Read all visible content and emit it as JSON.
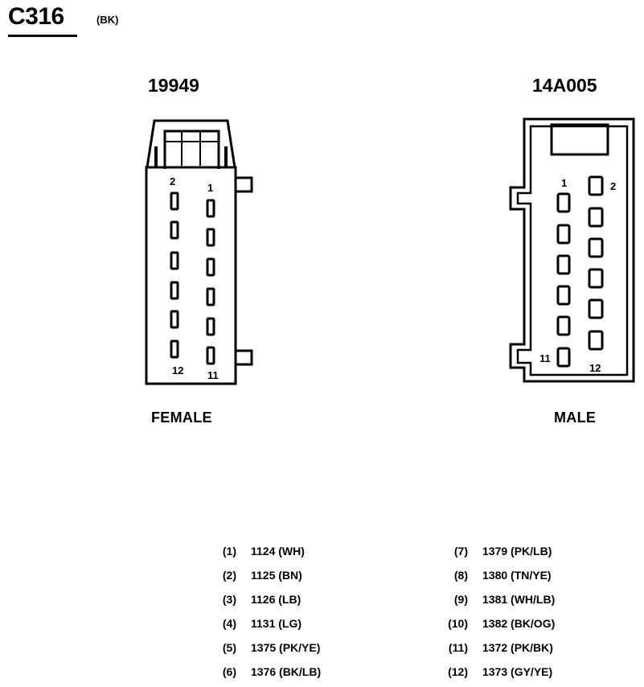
{
  "connector": {
    "id": "C316",
    "color_code": "(BK)"
  },
  "female": {
    "part_number": "19949",
    "label": "FEMALE",
    "pin_labels": {
      "top_left": "2",
      "top_right": "1",
      "bottom_left": "12",
      "bottom_right": "11"
    }
  },
  "male": {
    "part_number": "14A005",
    "label": "MALE",
    "pin_labels": {
      "top_left": "1",
      "top_right": "2",
      "bottom_left": "11",
      "bottom_right": "12"
    }
  },
  "pinout_left": [
    {
      "pin": "(1)",
      "circuit": "1124 (WH)"
    },
    {
      "pin": "(2)",
      "circuit": "1125 (BN)"
    },
    {
      "pin": "(3)",
      "circuit": "1126 (LB)"
    },
    {
      "pin": "(4)",
      "circuit": "1131 (LG)"
    },
    {
      "pin": "(5)",
      "circuit": "1375 (PK/YE)"
    },
    {
      "pin": "(6)",
      "circuit": "1376 (BK/LB)"
    }
  ],
  "pinout_right": [
    {
      "pin": "(7)",
      "circuit": "1379 (PK/LB)"
    },
    {
      "pin": "(8)",
      "circuit": "1380 (TN/YE)"
    },
    {
      "pin": "(9)",
      "circuit": "1381 (WH/LB)"
    },
    {
      "pin": "(10)",
      "circuit": "1382 (BK/OG)"
    },
    {
      "pin": "(11)",
      "circuit": "1372 (PK/BK)"
    },
    {
      "pin": "(12)",
      "circuit": "1373 (GY/YE)"
    }
  ]
}
